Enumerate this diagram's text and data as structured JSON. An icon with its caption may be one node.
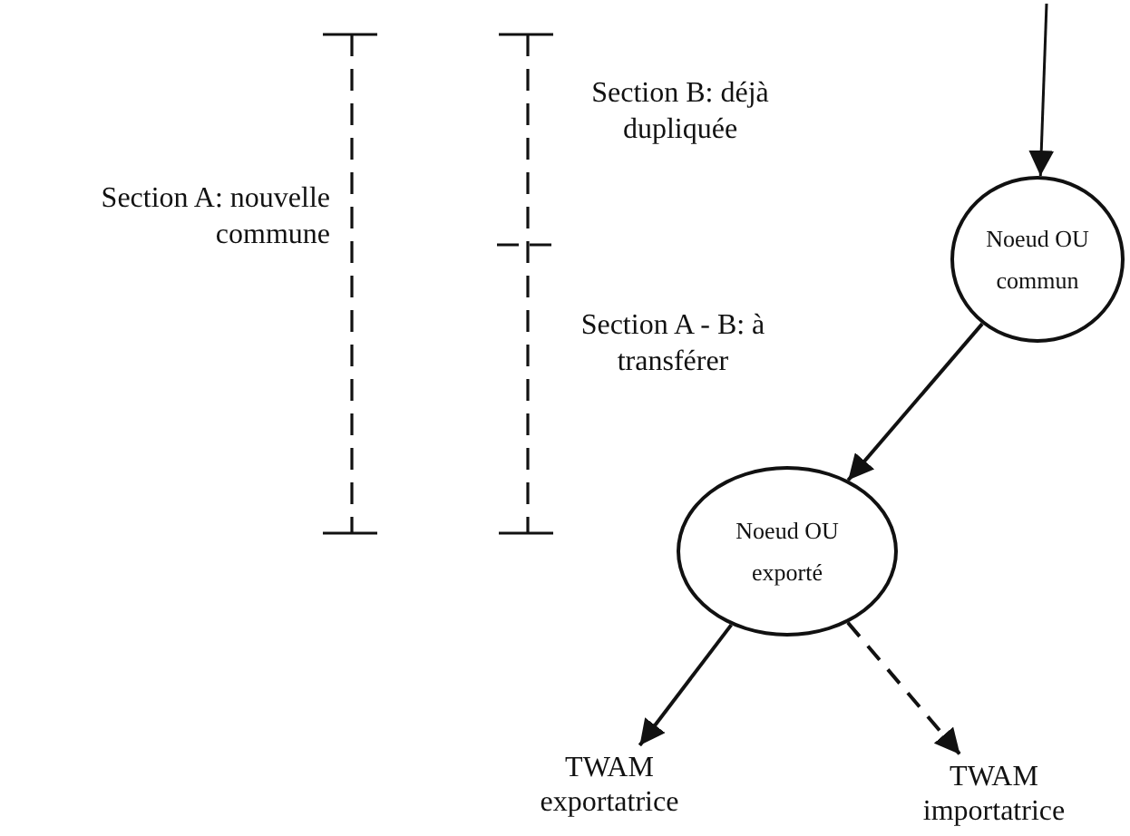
{
  "diagram": {
    "nodes": [
      {
        "text": [
          "Noeud OU commun"
        ]
      },
      {
        "text": [
          "Noeud OU exporté"
        ]
      },
      {
        "text": [
          "TWAM exportatrice"
        ]
      },
      {
        "text": [
          "TWAM importatrice"
        ]
      }
    ],
    "edges": [
      {
        "from": null,
        "to": 0,
        "arrow": "to"
      },
      {
        "from": 0,
        "to": 1,
        "arrow": "to"
      },
      {
        "from": 1,
        "to": 2,
        "arrow": "to"
      },
      {
        "from": 1,
        "to": 3,
        "arrow": "to",
        "style": "dashed"
      }
    ],
    "labels": [
      "Section B: déjà dupliquée",
      "Section A: nouvelle commune",
      "Section A - B: à transférer"
    ]
  }
}
